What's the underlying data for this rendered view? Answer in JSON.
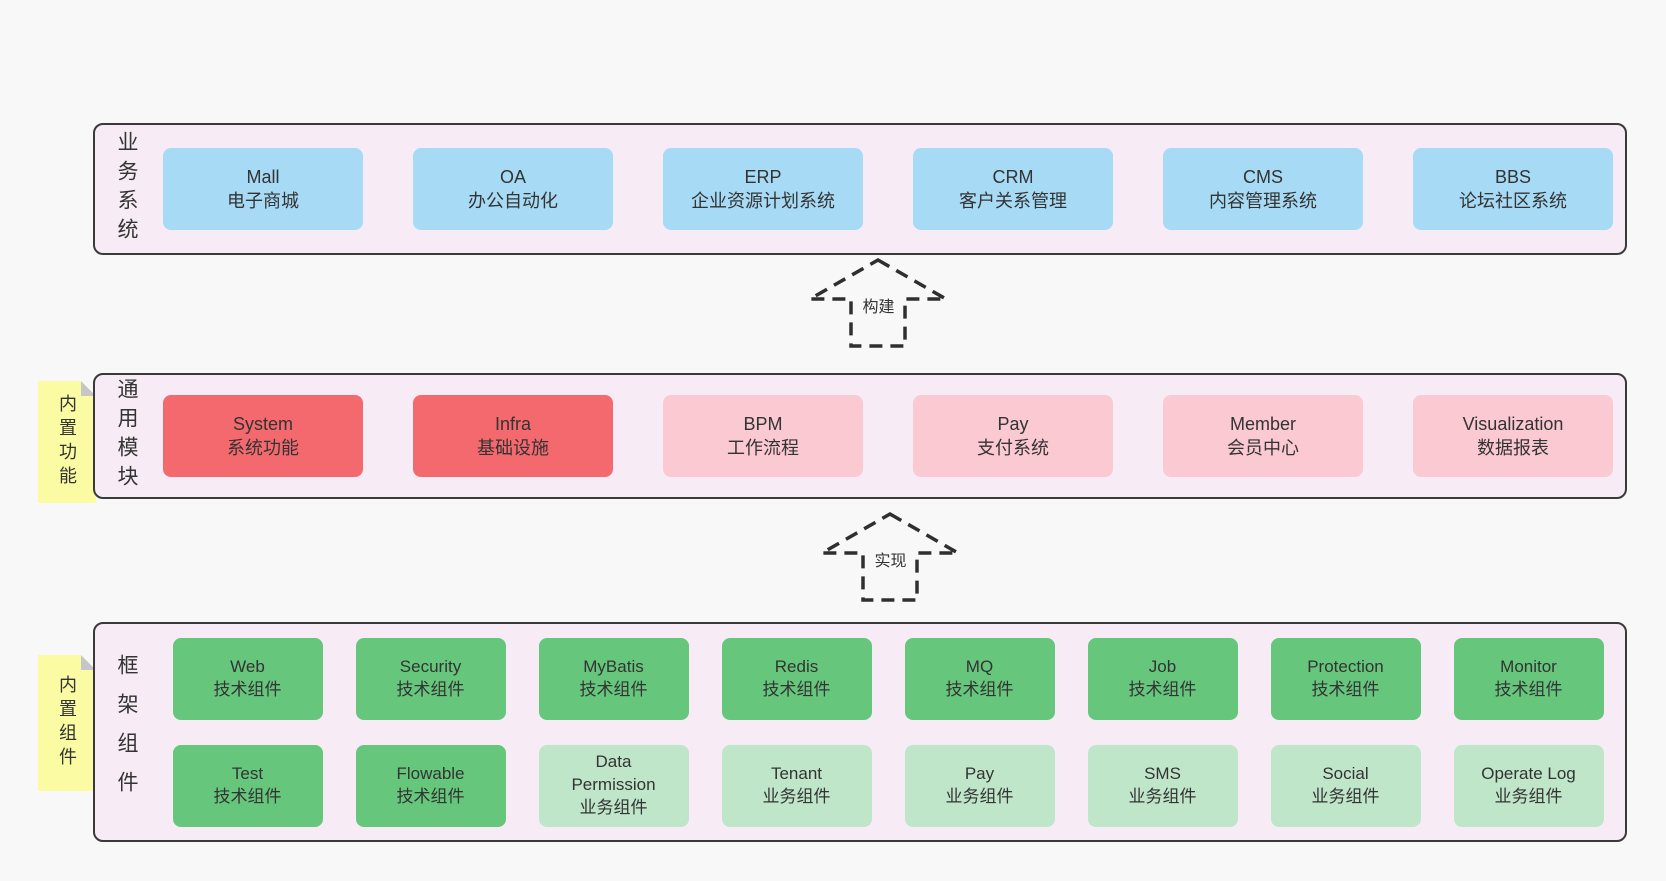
{
  "colors": {
    "page_background": "#f8f8f8",
    "band_fill": "#f7ecf5",
    "band_border": "#3a3a3a",
    "box_blue": "#a7daf5",
    "box_red": "#f4696e",
    "box_pink": "#fac9d2",
    "box_green": "#65c67c",
    "box_light_green": "#bfe6c9",
    "note_yellow": "#fafba2",
    "note_fold_gray": "#c6c6c6",
    "text": "#333333"
  },
  "bands": {
    "business": {
      "label": "业务系统",
      "boxes": [
        {
          "name": "Mall",
          "subtitle": "电子商城",
          "variant": "blue"
        },
        {
          "name": "OA",
          "subtitle": "办公自动化",
          "variant": "blue"
        },
        {
          "name": "ERP",
          "subtitle": "企业资源计划系统",
          "variant": "blue"
        },
        {
          "name": "CRM",
          "subtitle": "客户关系管理",
          "variant": "blue"
        },
        {
          "name": "CMS",
          "subtitle": "内容管理系统",
          "variant": "blue"
        },
        {
          "name": "BBS",
          "subtitle": "论坛社区系统",
          "variant": "blue"
        }
      ]
    },
    "common": {
      "label": "通用模块",
      "note": "内置功能",
      "boxes": [
        {
          "name": "System",
          "subtitle": "系统功能",
          "variant": "red"
        },
        {
          "name": "Infra",
          "subtitle": "基础设施",
          "variant": "red"
        },
        {
          "name": "BPM",
          "subtitle": "工作流程",
          "variant": "pink"
        },
        {
          "name": "Pay",
          "subtitle": "支付系统",
          "variant": "pink"
        },
        {
          "name": "Member",
          "subtitle": "会员中心",
          "variant": "pink"
        },
        {
          "name": "Visualization",
          "subtitle": "数据报表",
          "variant": "pink"
        }
      ]
    },
    "framework": {
      "label": "框架组件",
      "note": "内置组件",
      "boxes": [
        {
          "name": "Web",
          "subtitle": "技术组件",
          "variant": "green"
        },
        {
          "name": "Security",
          "subtitle": "技术组件",
          "variant": "green"
        },
        {
          "name": "MyBatis",
          "subtitle": "技术组件",
          "variant": "green"
        },
        {
          "name": "Redis",
          "subtitle": "技术组件",
          "variant": "green"
        },
        {
          "name": "MQ",
          "subtitle": "技术组件",
          "variant": "green"
        },
        {
          "name": "Job",
          "subtitle": "技术组件",
          "variant": "green"
        },
        {
          "name": "Protection",
          "subtitle": "技术组件",
          "variant": "green"
        },
        {
          "name": "Monitor",
          "subtitle": "技术组件",
          "variant": "green"
        },
        {
          "name": "Test",
          "subtitle": "技术组件",
          "variant": "green"
        },
        {
          "name": "Flowable",
          "subtitle": "技术组件",
          "variant": "green"
        },
        {
          "name": "Data Permission",
          "subtitle": "业务组件",
          "variant": "lightgreen"
        },
        {
          "name": "Tenant",
          "subtitle": "业务组件",
          "variant": "lightgreen"
        },
        {
          "name": "Pay",
          "subtitle": "业务组件",
          "variant": "lightgreen"
        },
        {
          "name": "SMS",
          "subtitle": "业务组件",
          "variant": "lightgreen"
        },
        {
          "name": "Social",
          "subtitle": "业务组件",
          "variant": "lightgreen"
        },
        {
          "name": "Operate Log",
          "subtitle": "业务组件",
          "variant": "lightgreen"
        }
      ]
    }
  },
  "arrows": [
    {
      "label": "构建"
    },
    {
      "label": "实现"
    }
  ]
}
